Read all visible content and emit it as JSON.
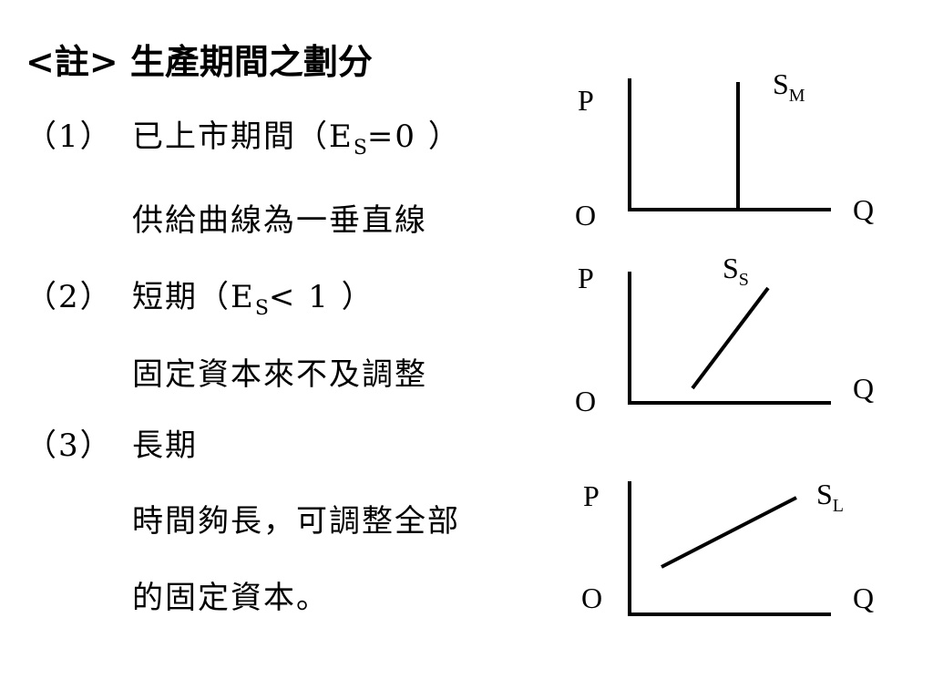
{
  "title": "<註> 生產期間之劃分",
  "items": [
    {
      "number": "（1）",
      "head_text": "已上市期間（E",
      "head_sub": "S",
      "head_after": "=0 ）",
      "description": [
        "供給曲線為一垂直線"
      ]
    },
    {
      "number": "（2）",
      "head_text": "短期（E",
      "head_sub": "S",
      "head_after": "< 1 ）",
      "description": [
        "固定資本來不及調整"
      ]
    },
    {
      "number": "（3）",
      "head_text": "長期",
      "head_sub": "",
      "head_after": "",
      "description": [
        "時間夠長，可調整全部",
        "的固定資本。"
      ]
    }
  ],
  "diagrams": [
    {
      "y_axis_label": "P",
      "x_axis_label": "Q",
      "origin_label": "O",
      "curve_label": "S",
      "curve_label_sub": "M",
      "curve_shape": "vertical"
    },
    {
      "y_axis_label": "P",
      "x_axis_label": "Q",
      "origin_label": "O",
      "curve_label": "S",
      "curve_label_sub": "S",
      "curve_shape": "steep"
    },
    {
      "y_axis_label": "P",
      "x_axis_label": "Q",
      "origin_label": "O",
      "curve_label": "S",
      "curve_label_sub": "L",
      "curve_shape": "flat"
    }
  ]
}
